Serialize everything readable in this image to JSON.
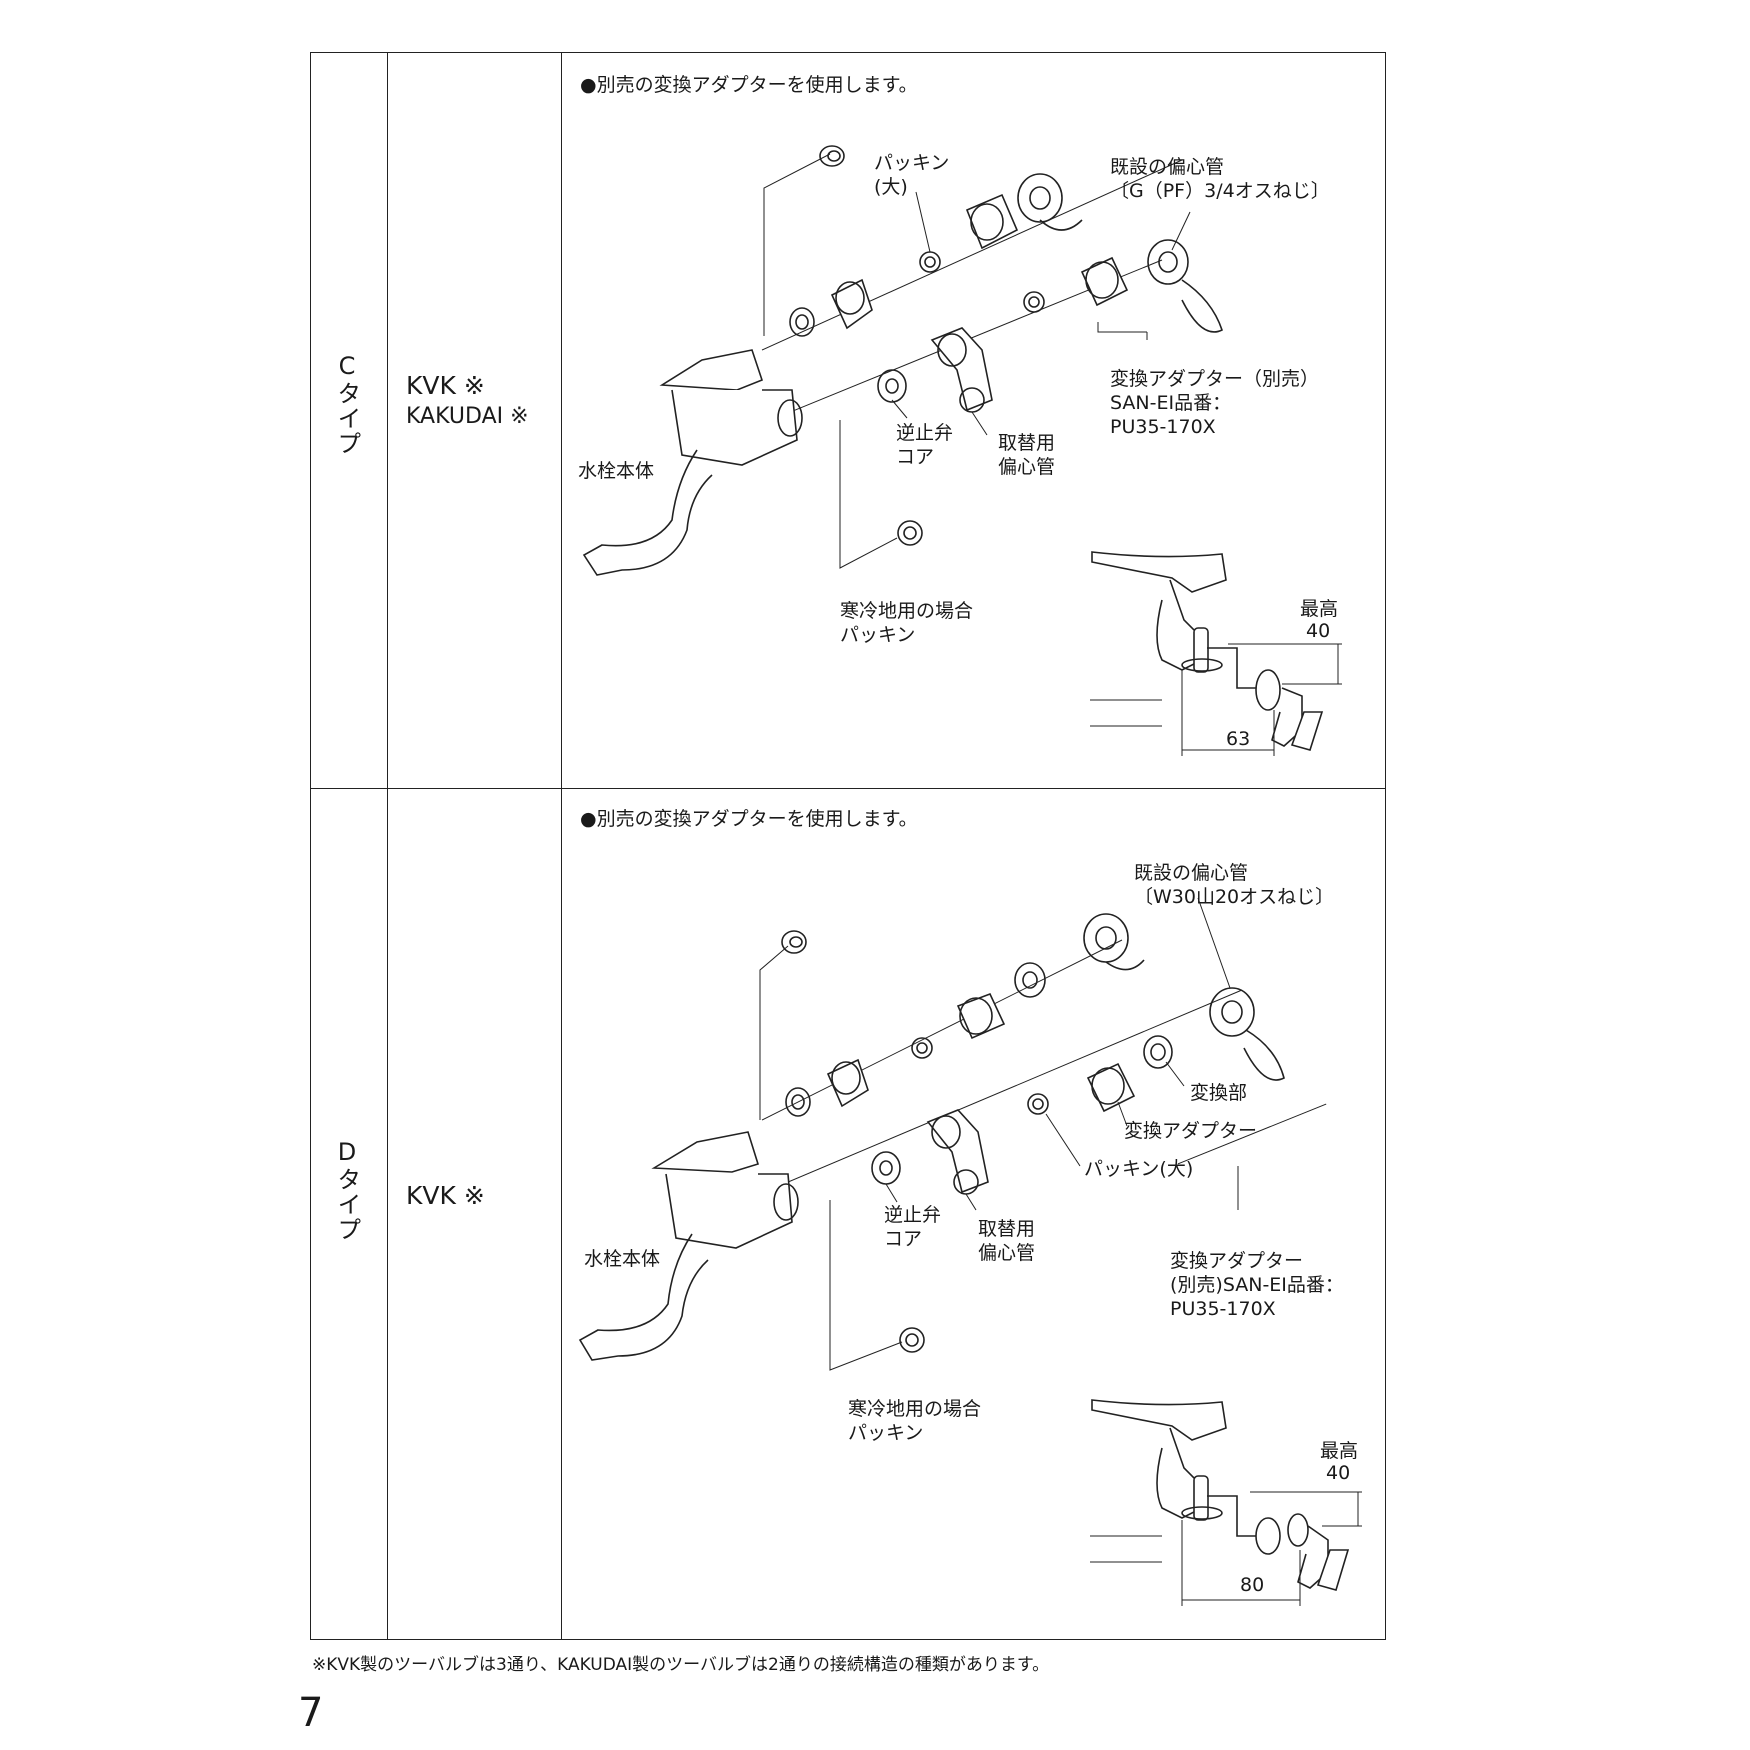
{
  "rows": [
    {
      "type_label": "Cタイプ",
      "maker_line1": "KVK ※",
      "maker_line2": "KAKUDAI ※",
      "note": "●別売の変換アダプターを使用します。",
      "labels": {
        "packing_large_1": "パッキン",
        "packing_large_2": "(大)",
        "existing_pipe_1": "既設の偏心管",
        "existing_pipe_2": "〔G（PF）3/4オスねじ〕",
        "adapter_1": "変換アダプター（別売）",
        "adapter_2": "SAN-EI品番：",
        "adapter_3": "PU35-170X",
        "check_valve_1": "逆止弁",
        "check_valve_2": "コア",
        "replace_pipe_1": "取替用",
        "replace_pipe_2": "偏心管",
        "faucet_body": "水栓本体",
        "cold_packing_1": "寒冷地用の場合",
        "cold_packing_2": "パッキン",
        "max_label": "最高",
        "max_value": "40",
        "width_value": "63"
      }
    },
    {
      "type_label": "Dタイプ",
      "maker_line1": "KVK ※",
      "note": "●別売の変換アダプターを使用します。",
      "labels": {
        "existing_pipe_1": "既設の偏心管",
        "existing_pipe_2": "〔W30山20オスねじ〕",
        "conversion_part": "変換部",
        "adapter": "変換アダプター",
        "packing_large": "パッキン(大)",
        "adapter_sold_1": "変換アダプター",
        "adapter_sold_2": "(別売)SAN-EI品番：",
        "adapter_sold_3": "PU35-170X",
        "check_valve_1": "逆止弁",
        "check_valve_2": "コア",
        "replace_pipe_1": "取替用",
        "replace_pipe_2": "偏心管",
        "faucet_body": "水栓本体",
        "cold_packing_1": "寒冷地用の場合",
        "cold_packing_2": "パッキン",
        "max_label": "最高",
        "max_value": "40",
        "width_value": "80"
      }
    }
  ],
  "footnote": "※KVK製のツーバルブは3通り、KAKUDAI製のツーバルブは2通りの接続構造の種類があります。",
  "page_number": "7"
}
